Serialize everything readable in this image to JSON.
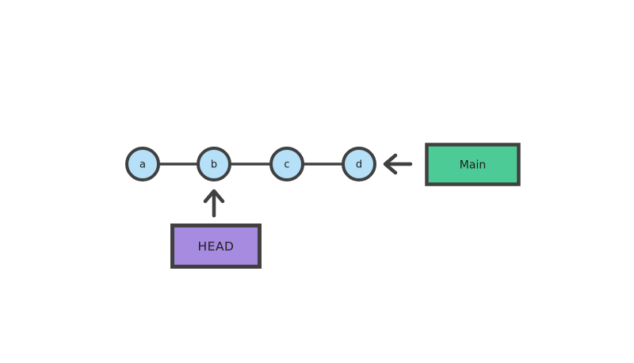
{
  "canvas": {
    "background_color": "#ffffff"
  },
  "diagram": {
    "type": "commit-graph",
    "nodes": [
      {
        "id": "a",
        "label": "a"
      },
      {
        "id": "b",
        "label": "b"
      },
      {
        "id": "c",
        "label": "c"
      },
      {
        "id": "d",
        "label": "d"
      }
    ],
    "edges": [
      [
        "a",
        "b"
      ],
      [
        "b",
        "c"
      ],
      [
        "c",
        "d"
      ]
    ],
    "pointers": [
      {
        "label": "Main",
        "target": "d",
        "arrow_direction": "left",
        "box_color": "#4dcb96"
      },
      {
        "label": "HEAD",
        "target": "b",
        "arrow_direction": "up",
        "box_color": "#a78be0"
      }
    ],
    "colors": {
      "node_fill": "#b5e0f8",
      "stroke": "#404040",
      "main_box_fill": "#4dcb96",
      "head_box_fill": "#a78be0",
      "text": "#1f1f1f"
    }
  }
}
